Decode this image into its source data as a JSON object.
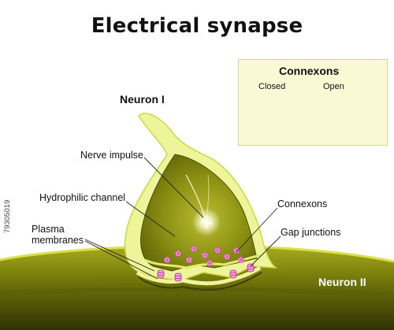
{
  "title": "Electrical synapse",
  "labels": {
    "neuron_1": "Neuron I",
    "neuron_2": "Neuron II",
    "nerve_impulse": "Nerve impulse",
    "hydrophilic_channel": "Hydrophilic channel",
    "plasma_membranes_line1": "Plasma",
    "plasma_membranes_line2": "membranes",
    "connexons": "Connexons",
    "gap_junctions": "Gap junctions"
  },
  "legend": {
    "title": "Connexons",
    "closed": "Closed",
    "open": "Open"
  },
  "watermark_id": "79305019",
  "colors": {
    "neuron_body": "#8c8f10",
    "neuron_outline": "#e8ee5a",
    "membrane_pale": "#f3f7a8",
    "neuron2_dark": "#3d4204",
    "connexon_pink": "#f08fd0",
    "connexon_outline": "#c84aa6",
    "legend_bg": "#fbf8d6"
  }
}
